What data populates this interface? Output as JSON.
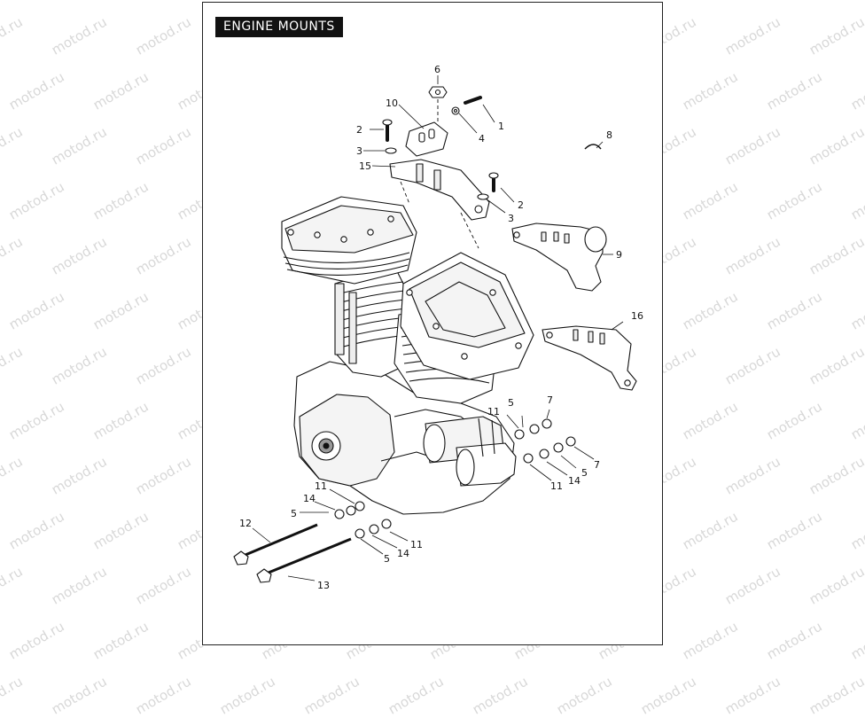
{
  "title": "ENGINE MOUNTS",
  "watermark": "motod.ru",
  "callouts": [
    {
      "id": "c1",
      "label": "1"
    },
    {
      "id": "c2a",
      "label": "2"
    },
    {
      "id": "c2b",
      "label": "2"
    },
    {
      "id": "c3a",
      "label": "3"
    },
    {
      "id": "c3b",
      "label": "3"
    },
    {
      "id": "c4",
      "label": "4"
    },
    {
      "id": "c5a",
      "label": "5"
    },
    {
      "id": "c5b",
      "label": "5"
    },
    {
      "id": "c5c",
      "label": "5"
    },
    {
      "id": "c5d",
      "label": "5"
    },
    {
      "id": "c6",
      "label": "6"
    },
    {
      "id": "c7a",
      "label": "7"
    },
    {
      "id": "c7b",
      "label": "7"
    },
    {
      "id": "c8",
      "label": "8"
    },
    {
      "id": "c9",
      "label": "9"
    },
    {
      "id": "c10",
      "label": "10"
    },
    {
      "id": "c11a",
      "label": "11"
    },
    {
      "id": "c11b",
      "label": "11"
    },
    {
      "id": "c11c",
      "label": "11"
    },
    {
      "id": "c11d",
      "label": "11"
    },
    {
      "id": "c12",
      "label": "12"
    },
    {
      "id": "c13",
      "label": "13"
    },
    {
      "id": "c14a",
      "label": "14"
    },
    {
      "id": "c14b",
      "label": "14"
    },
    {
      "id": "c14c",
      "label": "14"
    },
    {
      "id": "c15",
      "label": "15"
    },
    {
      "id": "c16",
      "label": "16"
    }
  ]
}
